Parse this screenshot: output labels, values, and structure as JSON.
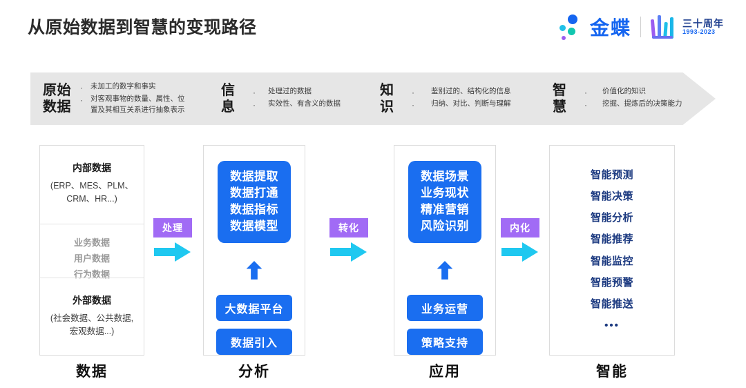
{
  "header": {
    "title": "从原始数据到智慧的变现路径",
    "logo": {
      "brand": "金蝶",
      "anniversary_cn": "三十周年",
      "anniversary_years": "1993-2023"
    }
  },
  "banner": {
    "segments": [
      {
        "title": "原始\n数据",
        "bullet": "·",
        "items": [
          "未加工的数字和事实",
          "对客观事物的数量、属性、位\n置及其相互关系进行抽象表示"
        ]
      },
      {
        "title": "信\n息",
        "bullet": "·",
        "items": [
          "处理过的数据",
          "实效性、有含义的数据"
        ]
      },
      {
        "title": "知\n识",
        "bullet": "·",
        "items": [
          "鉴别过的、结构化的信息",
          "归纳、对比、判断与理解"
        ]
      },
      {
        "title": "智\n慧",
        "bullet": "·",
        "items": [
          "价值化的知识",
          "挖掘、提炼后的决策能力"
        ]
      }
    ]
  },
  "columns": [
    {
      "name": "data",
      "footer_label": "数据",
      "internal": {
        "title": "内部数据",
        "subtitle": "(ERP、MES、PLM、\nCRM、HR...)"
      },
      "middle_list": [
        "业务数据",
        "用户数据",
        "行为数据"
      ],
      "external": {
        "title": "外部数据",
        "subtitle": "(社会数据、公共数据,\n宏观数据...)"
      }
    },
    {
      "name": "analysis",
      "footer_label": "分析",
      "main_box": "数据提取\n数据打通\n数据指标\n数据模型",
      "pills": [
        "大数据平台",
        "数据引入"
      ]
    },
    {
      "name": "application",
      "footer_label": "应用",
      "main_box": "数据场景\n业务现状\n精准营销\n风险识别",
      "pills": [
        "业务运营",
        "策略支持"
      ]
    },
    {
      "name": "intelligence",
      "footer_label": "智能",
      "smart_list": [
        "智能预测",
        "智能决策",
        "智能分析",
        "智能推荐",
        "智能监控",
        "智能预警",
        "智能推送"
      ],
      "ellipsis": "•••"
    }
  ],
  "connectors": [
    {
      "label": "处理"
    },
    {
      "label": "转化"
    },
    {
      "label": "内化"
    }
  ],
  "colors": {
    "primary_blue": "#1a6ef0",
    "badge_purple": "#a16bf5",
    "arrow_cyan": "#1fc8f0",
    "banner_gray": "#e6e6e6",
    "navy": "#1c3a80",
    "brand_blue": "#1565f0"
  }
}
